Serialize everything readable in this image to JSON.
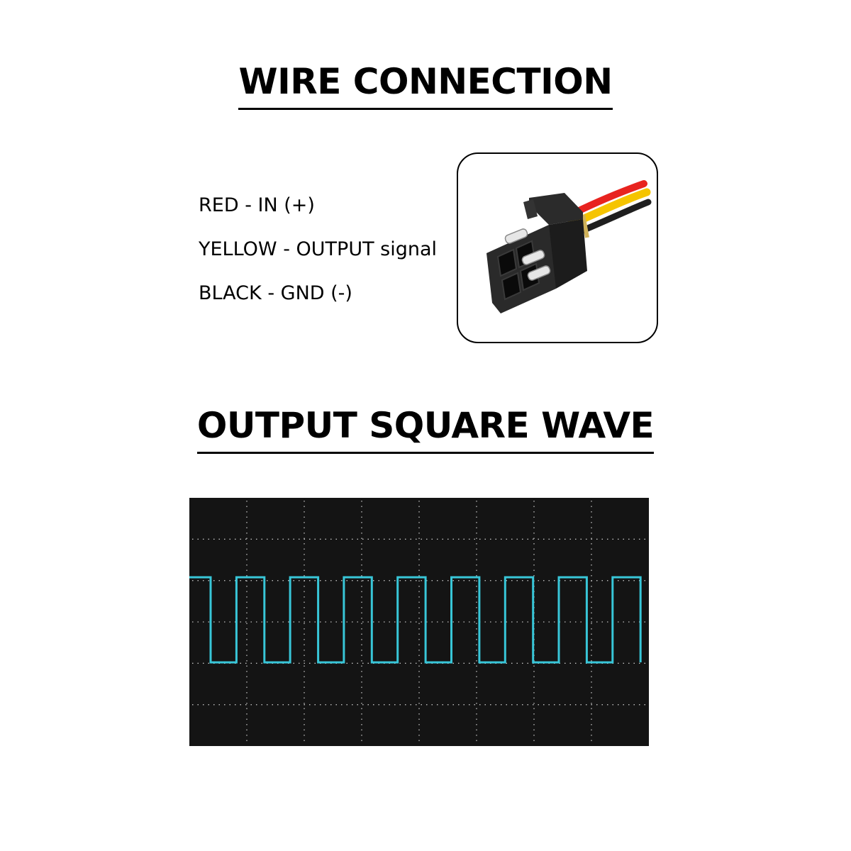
{
  "wire_section": {
    "heading": "WIRE CONNECTION",
    "wires": [
      {
        "label": "RED - IN (+)",
        "color": "#e8231f"
      },
      {
        "label": "YELLOW - OUTPUT signal",
        "color": "#f5c400"
      },
      {
        "label": "BLACK - GND (-)",
        "color": "#1a1a1a"
      }
    ],
    "connector_image": "3-pin-connector-photo"
  },
  "wave_section": {
    "heading": "OUTPUT SQUARE WAVE",
    "trace_color": "#38c6d8",
    "screen_color": "#141414",
    "grid_color": "#bfbfbf",
    "visible_cycles": 8
  }
}
